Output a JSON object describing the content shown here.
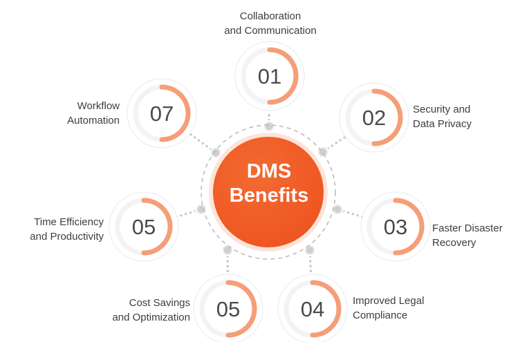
{
  "center": {
    "line1": "DMS",
    "line2": "Benefits"
  },
  "colors": {
    "accent": "#f25c25",
    "ring": "#f59e78",
    "connector": "#c9c9c9",
    "text": "#3d3d3d"
  },
  "nodes": [
    {
      "number": "01",
      "label": [
        "Collaboration",
        "and Communication"
      ]
    },
    {
      "number": "02",
      "label": [
        "Security and",
        "Data Privacy"
      ]
    },
    {
      "number": "03",
      "label": [
        "Faster Disaster",
        "Recovery"
      ]
    },
    {
      "number": "04",
      "label": [
        "Improved Legal",
        "Compliance"
      ]
    },
    {
      "number": "05",
      "label": [
        "Cost Savings",
        "and Optimization"
      ]
    },
    {
      "number": "05",
      "label": [
        "Time Efficiency",
        "and Productivity"
      ]
    },
    {
      "number": "07",
      "label": [
        "Workflow",
        "Automation"
      ]
    }
  ]
}
